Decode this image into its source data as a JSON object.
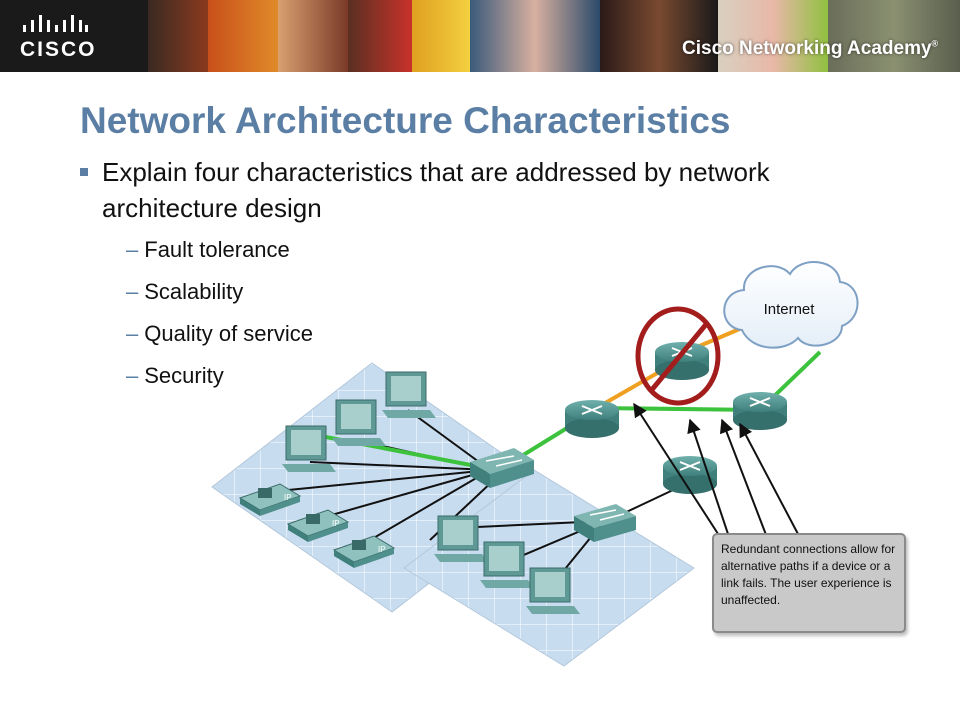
{
  "header": {
    "logo_text": "CISCO",
    "academy_text": "Cisco Networking Academy",
    "academy_mark": "®"
  },
  "slide": {
    "title": "Network Architecture Characteristics",
    "bullet": "Explain four characteristics that are addressed by network architecture design",
    "sub_bullets": [
      {
        "dash": "–",
        "text": "Fault tolerance"
      },
      {
        "dash": "–",
        "text": "Scalability"
      },
      {
        "dash": "–",
        "text": "Quality of service"
      },
      {
        "dash": "–",
        "text": "Security"
      }
    ]
  },
  "diagram": {
    "cloud_label": "Internet",
    "phone_label": "IP",
    "callout_text": "Redundant connections allow for alternative paths if a device or a link fails. The user experience is unaffected."
  },
  "colors": {
    "title": "#5b7fa4",
    "active_link": "#3cc23c",
    "failed_link": "#f0a020",
    "failure_mark": "#a31d1d",
    "router": "#4f8f8c",
    "lan_tile": "#c8dcf0"
  }
}
